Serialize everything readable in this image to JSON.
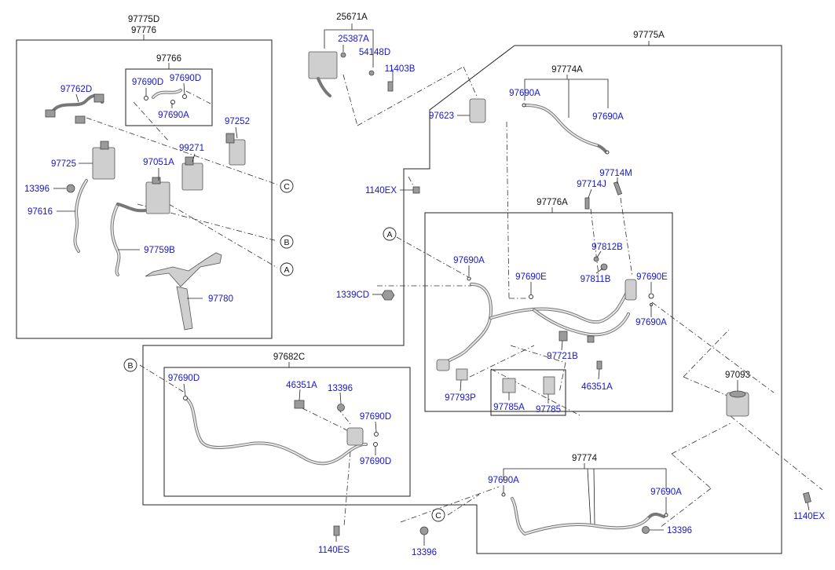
{
  "colors": {
    "part_number_label": "#1616c8",
    "group_label": "#111111"
  },
  "group_labels": {
    "g97775D": "97775D",
    "g97776": "97776",
    "g97766": "97766",
    "g25671A": "25671A",
    "g97775A": "97775A",
    "g97774A": "97774A",
    "g97776A": "97776A",
    "g97682C": "97682C",
    "g97093": "97093",
    "g97774": "97774"
  },
  "callouts": {
    "c_97762D": "97762D",
    "c_97690D_1": "97690D",
    "c_97690D_2": "97690D",
    "c_97690A_1": "97690A",
    "c_97252": "97252",
    "c_97725": "97725",
    "c_99271": "99271",
    "c_97051A": "97051A",
    "c_13396_1": "13396",
    "c_97616": "97616",
    "c_97759B": "97759B",
    "c_97780": "97780",
    "c_25387A": "25387A",
    "c_54148D": "54148D",
    "c_11403B": "11403B",
    "c_97623": "97623",
    "c_97690A_2": "97690A",
    "c_97690A_3": "97690A",
    "c_1140EX_1": "1140EX",
    "c_97714M": "97714M",
    "c_97714J": "97714J",
    "c_97690A_4": "97690A",
    "c_97812B": "97812B",
    "c_97811B": "97811B",
    "c_97690E_1": "97690E",
    "c_97690E_2": "97690E",
    "c_1339CD": "1339CD",
    "c_97690A_5": "97690A",
    "c_97721B": "97721B",
    "c_46351A_1": "46351A",
    "c_97793P": "97793P",
    "c_97785A": "97785A",
    "c_97785": "97785",
    "c_97690D_3": "97690D",
    "c_46351A_2": "46351A",
    "c_13396_2": "13396",
    "c_97690D_4": "97690D",
    "c_97690D_5": "97690D",
    "c_1140ES": "1140ES",
    "c_13396_3": "13396",
    "c_97690A_6": "97690A",
    "c_97690A_7": "97690A",
    "c_13396_4": "13396",
    "c_1140EX_2": "1140EX"
  },
  "reference_markers": {
    "C_left": "C",
    "B_left": "B",
    "A_left": "A",
    "A_right": "A",
    "B_lower": "B",
    "C_lower": "C"
  }
}
